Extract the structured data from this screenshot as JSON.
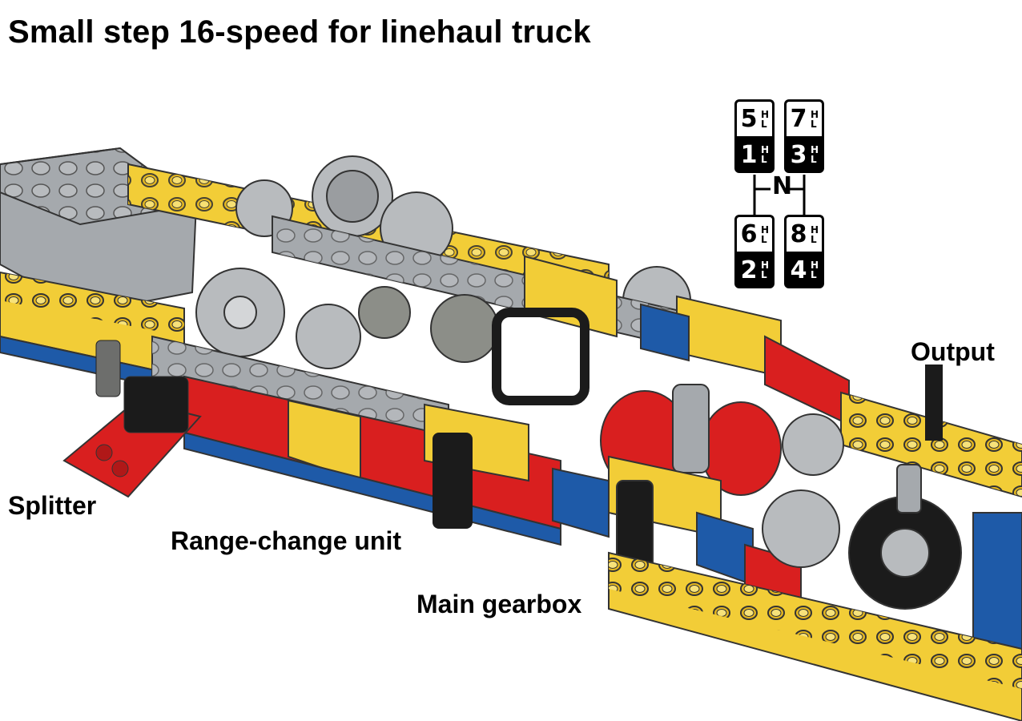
{
  "title": "Small step 16-speed for linehaul truck",
  "labels": {
    "output": "Output",
    "splitter": "Splitter",
    "range_change": "Range-change unit",
    "main_gearbox": "Main gearbox"
  },
  "shift_pattern": {
    "gates": [
      {
        "top": "5",
        "bottom": "1"
      },
      {
        "top": "7",
        "bottom": "3"
      },
      {
        "top": "6",
        "bottom": "2"
      },
      {
        "top": "8",
        "bottom": "4"
      }
    ],
    "neutral": "N",
    "high": "H",
    "low": "L"
  },
  "colors": {
    "yellow": "#f2cd37",
    "red": "#d91f1f",
    "blue": "#1e5aa8",
    "light_gray": "#a5a9ad",
    "dark_gray": "#6d6e6c",
    "black": "#1b1b1b"
  }
}
